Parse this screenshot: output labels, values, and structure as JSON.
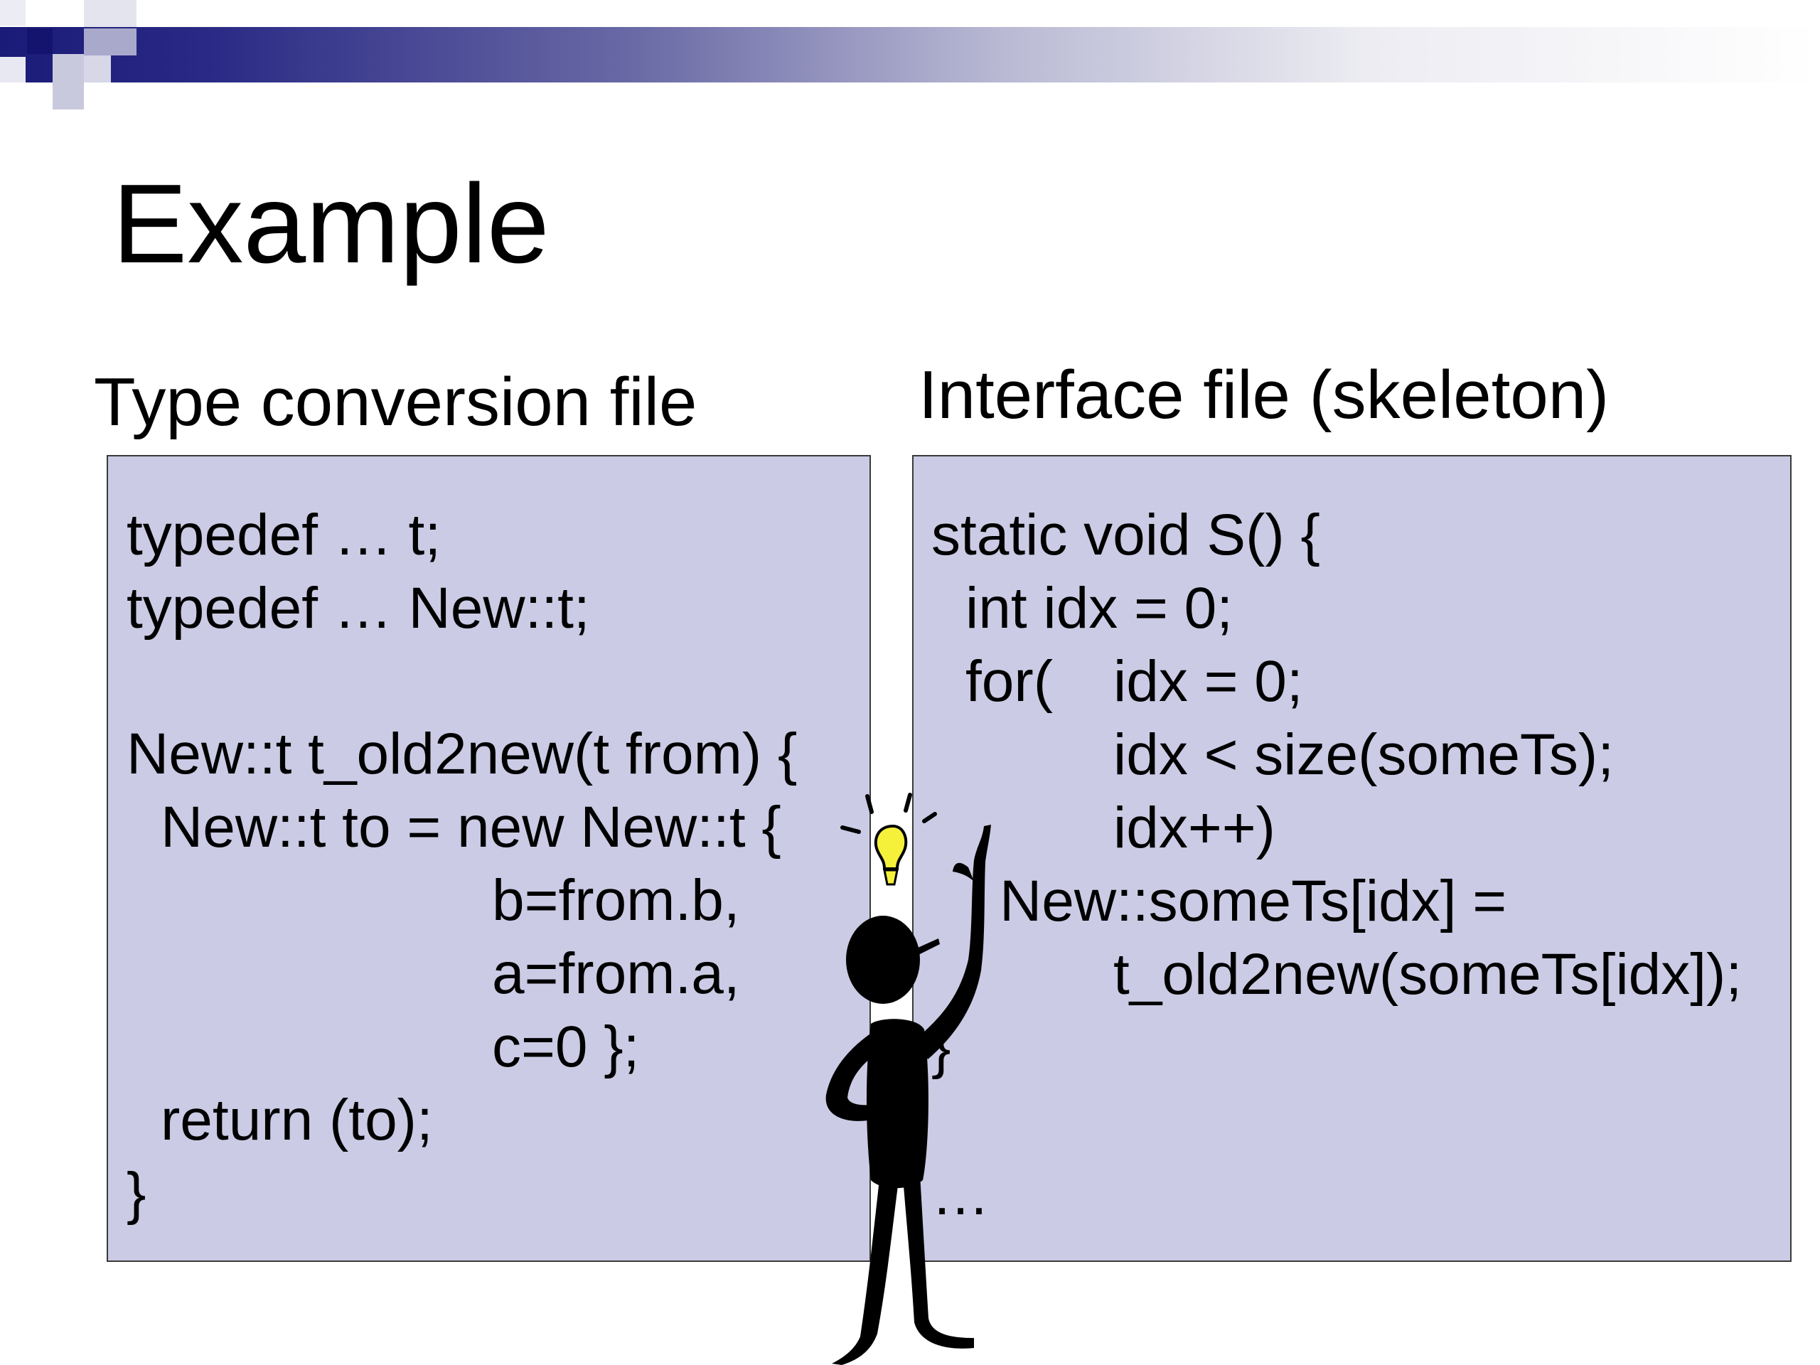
{
  "slide": {
    "title": "Example",
    "left_heading": "Type conversion file",
    "right_heading": "Interface file (skeleton)"
  },
  "left_code": [
    "typedef … t;",
    "typedef … New::t;",
    "New::t t_old2new(t from) {",
    "New::t to = new New::t {",
    "b=from.b,",
    "a=from.a,",
    "c=0 };",
    "return (to);",
    "}"
  ],
  "right_code": [
    "static void S() {",
    "int idx = 0;",
    "for(",
    "idx = 0;",
    "idx < size(someTs);",
    "idx++)",
    "New::someTs[idx] =",
    "t_old2new(someTs[idx]);",
    "}",
    "…"
  ],
  "colors": {
    "panel_fill": "#cbcbe5",
    "bar_dark": "#1a1a78",
    "bulb": "#f5f03a"
  },
  "icons": {
    "figure": "thinking-stick-figure-icon",
    "bulb": "lightbulb-icon"
  }
}
